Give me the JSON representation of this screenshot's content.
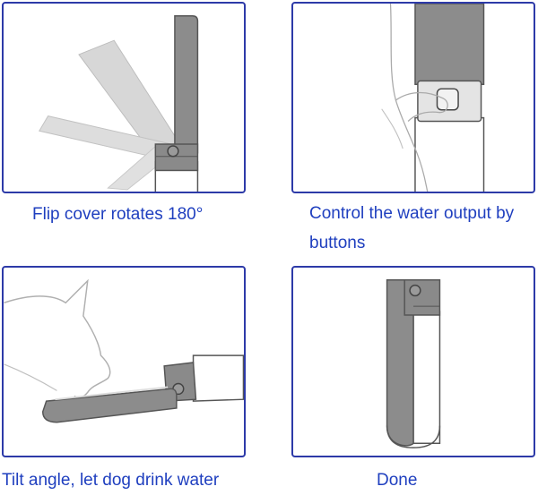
{
  "colors": {
    "frame": "#2d3aa8",
    "caption": "#1f3fbf",
    "cover_gray": "#8c8c8c",
    "ghost_gray": "#d2d2d2",
    "outline": "#555555"
  },
  "captions": {
    "flip": "Flip cover rotates 180°",
    "control": "Control the water output by buttons",
    "tilt": "Tilt angle, let dog drink water",
    "done": "Done"
  }
}
